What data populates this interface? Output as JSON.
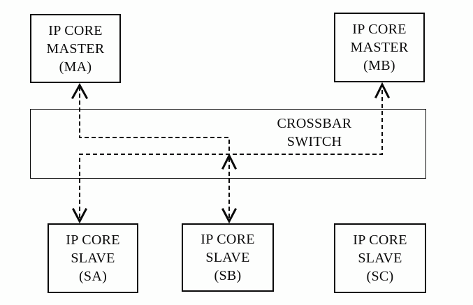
{
  "diagram": {
    "background_color": "#fdfefd",
    "line_color": "#0a0a0a",
    "text_color": "#0a0a0a",
    "nodes": {
      "master_a": {
        "line1": "IP CORE",
        "line2": "MASTER",
        "line3": "(MA)"
      },
      "master_b": {
        "line1": "IP CORE",
        "line2": "MASTER",
        "line3": "(MB)"
      },
      "crossbar": {
        "line1": "CROSSBAR",
        "line2": "SWITCH"
      },
      "slave_a": {
        "line1": "IP CORE",
        "line2": "SLAVE",
        "line3": "(SA)"
      },
      "slave_b": {
        "line1": "IP CORE",
        "line2": "SLAVE",
        "line3": "(SB)"
      },
      "slave_c": {
        "line1": "IP CORE",
        "line2": "SLAVE",
        "line3": "(SC)"
      }
    },
    "connections": [
      {
        "endpoints": [
          "master_a",
          "slave_b"
        ],
        "style": "dashed",
        "routed_through": "crossbar",
        "arrowheads": [
          "up into IP CORE MASTER (MA)",
          "up at crossbar junction above SB line",
          "down into IP CORE SLAVE (SB)"
        ]
      },
      {
        "endpoints": [
          "master_b",
          "slave_a"
        ],
        "style": "dashed",
        "routed_through": "crossbar",
        "arrowheads": [
          "up into IP CORE MASTER (MB)",
          "down into IP CORE SLAVE (SA)"
        ]
      }
    ]
  }
}
